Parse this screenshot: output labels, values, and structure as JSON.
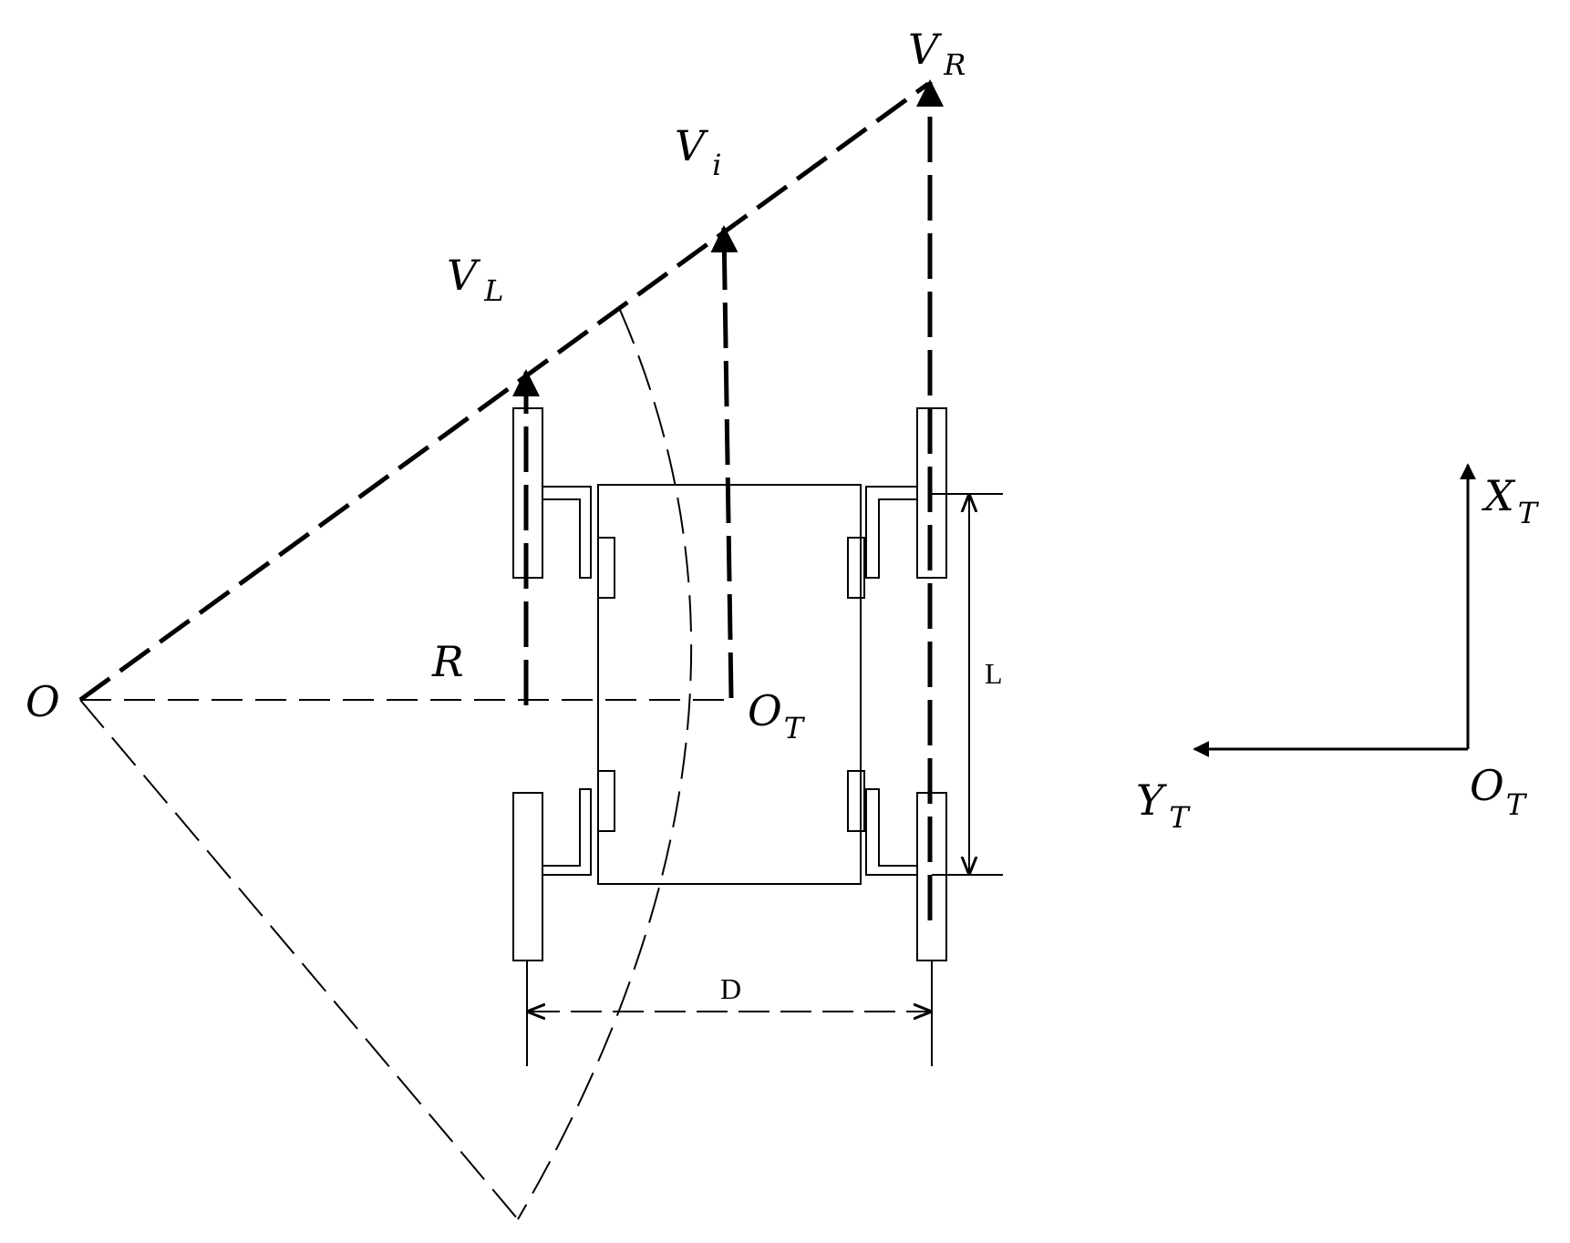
{
  "labels": {
    "v_l": {
      "main": "V",
      "sub": "L"
    },
    "v_i": {
      "main": "V",
      "sub": "i"
    },
    "v_r": {
      "main": "V",
      "sub": "R"
    },
    "o": "O",
    "r": "R",
    "o_t_center": {
      "main": "O",
      "sub": "T"
    },
    "l": "L",
    "d": "D",
    "x_t": {
      "main": "X",
      "sub": "T"
    },
    "y_t": {
      "main": "Y",
      "sub": "T"
    },
    "o_t_frame": {
      "main": "O",
      "sub": "T"
    }
  }
}
